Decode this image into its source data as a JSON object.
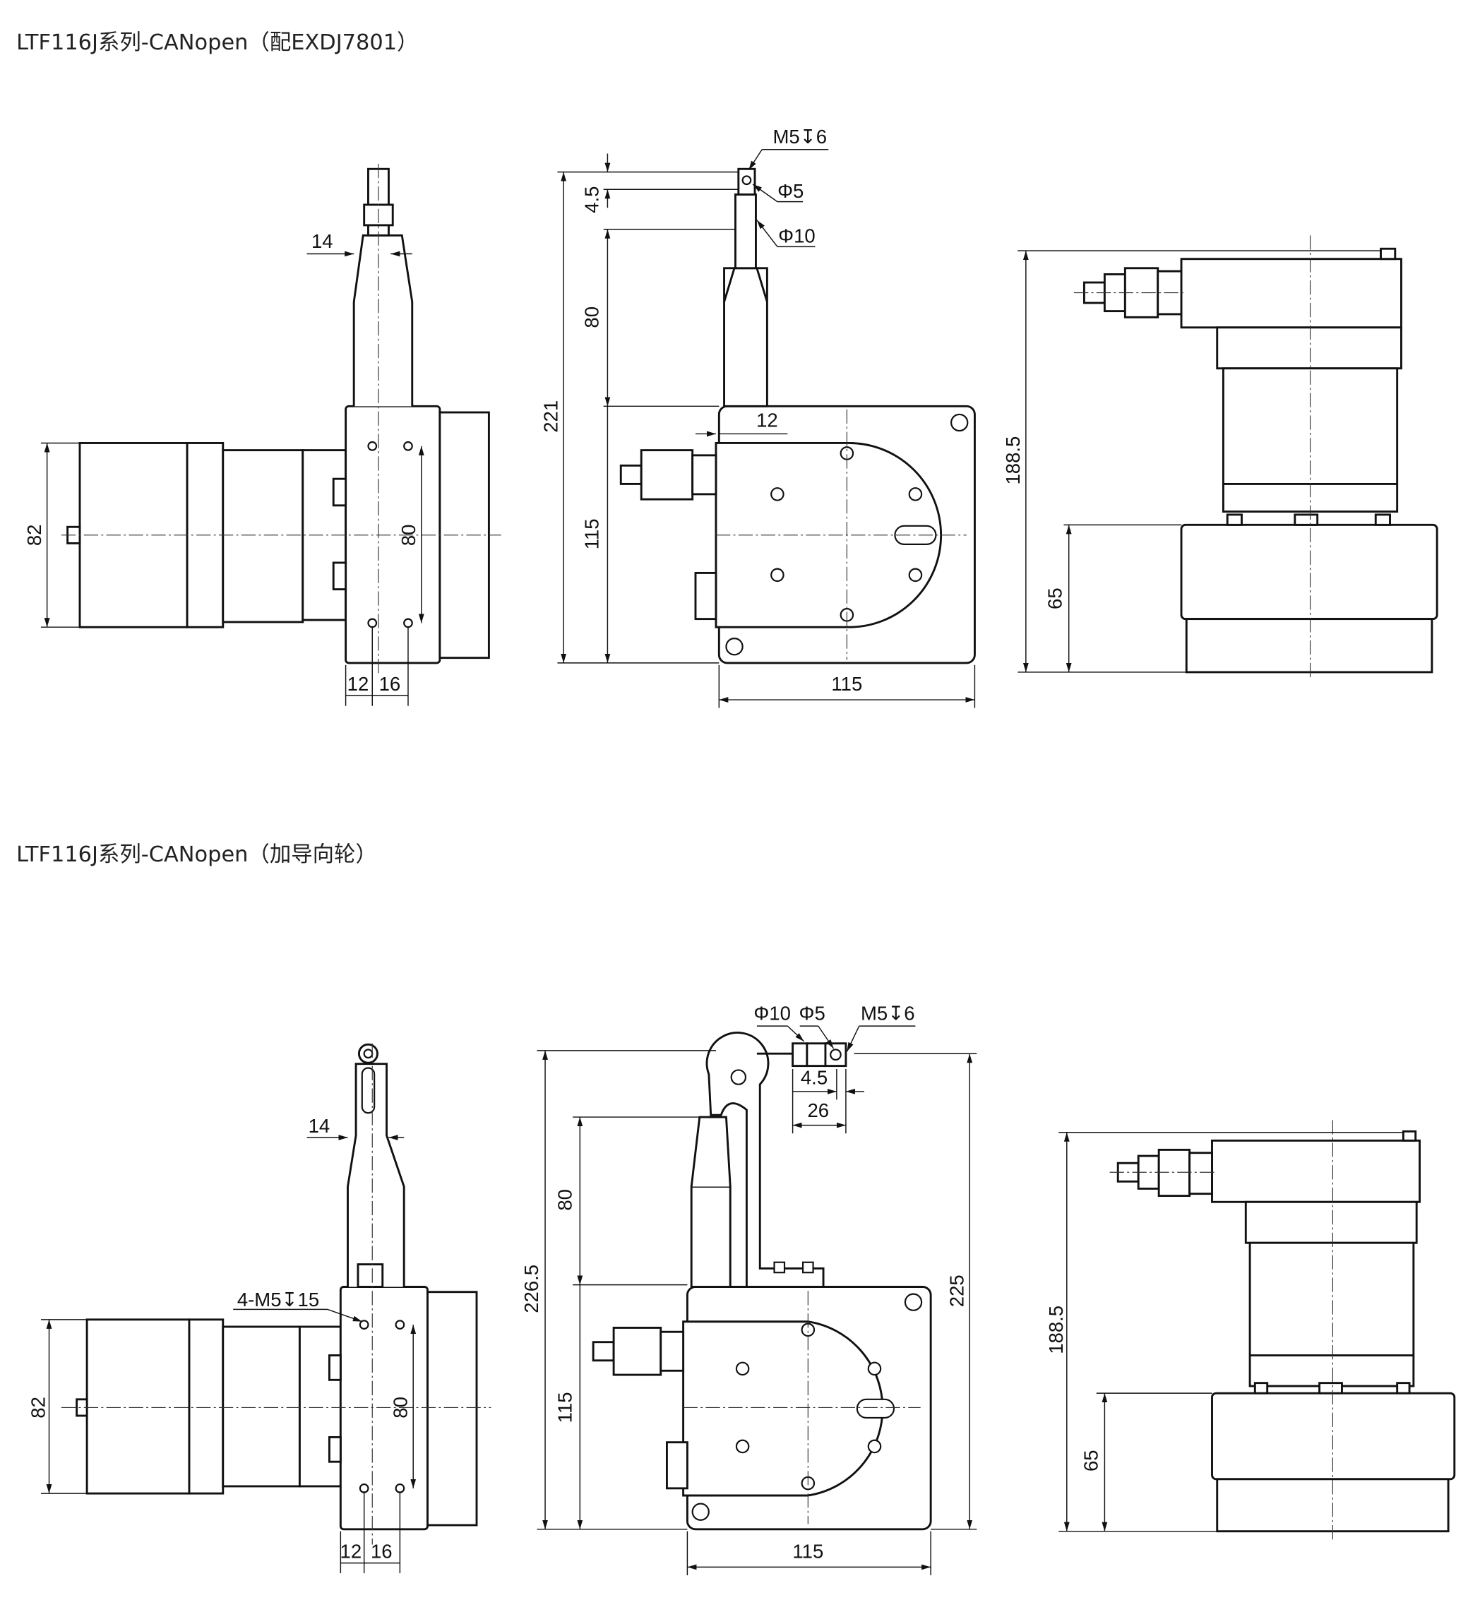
{
  "sections": [
    {
      "title": "LTF116J系列-CANopen（配EXDJ7801）",
      "side_view": {
        "d_14": "14",
        "d_82": "82",
        "d_80": "80",
        "d_12": "12",
        "d_16": "16"
      },
      "front_view": {
        "m5": "M5↧6",
        "phi5": "Φ5",
        "phi10": "Φ10",
        "d_4_5": "4.5",
        "d_80": "80",
        "d_221": "221",
        "d_115_v": "115",
        "d_12": "12",
        "d_115_h": "115"
      },
      "top_view": {
        "d_188_5": "188.5",
        "d_65": "65"
      }
    },
    {
      "title": "LTF116J系列-CANopen（加导向轮）",
      "side_view": {
        "d_14": "14",
        "thread": "4-M5↧15",
        "d_82": "82",
        "d_80": "80",
        "d_12": "12",
        "d_16": "16"
      },
      "front_view": {
        "phi10": "Φ10",
        "phi5": "Φ5",
        "m5": "M5↧6",
        "d_4_5": "4.5",
        "d_26": "26",
        "d_80": "80",
        "d_226_5": "226.5",
        "d_115_v": "115",
        "d_225": "225",
        "d_115_h": "115"
      },
      "top_view": {
        "d_188_5": "188.5",
        "d_65": "65"
      }
    }
  ]
}
